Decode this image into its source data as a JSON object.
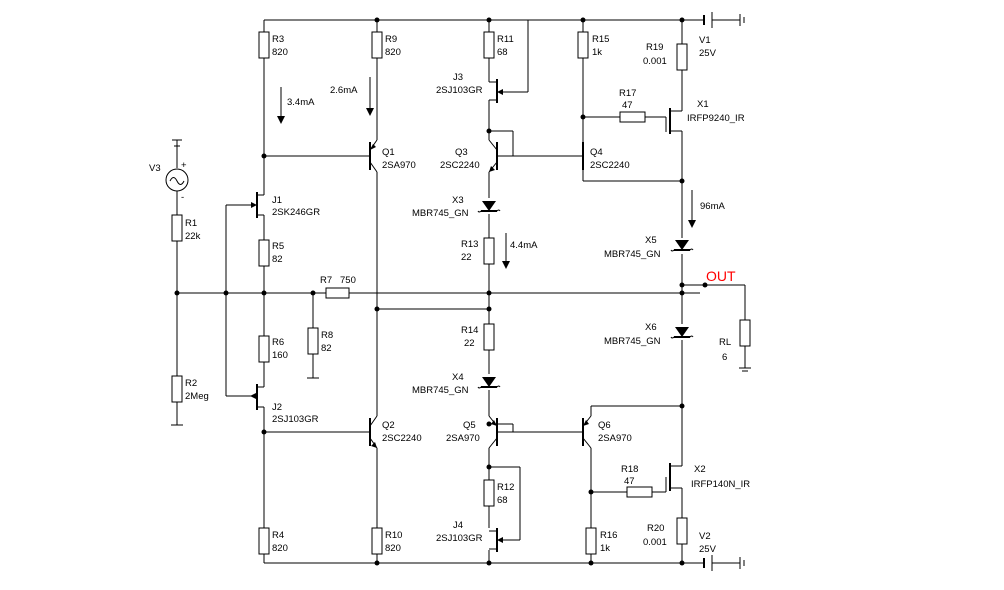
{
  "colors": {
    "wire": "#000000",
    "output_label": "#ff0000",
    "background": "#ffffff"
  },
  "components": {
    "R1": {
      "name": "R1",
      "value": "22k"
    },
    "R2": {
      "name": "R2",
      "value": "2Meg"
    },
    "R3": {
      "name": "R3",
      "value": "820"
    },
    "R4": {
      "name": "R4",
      "value": "820"
    },
    "R5": {
      "name": "R5",
      "value": "82"
    },
    "R6": {
      "name": "R6",
      "value": "160"
    },
    "R7": {
      "name": "R7",
      "value": "750"
    },
    "R8": {
      "name": "R8",
      "value": "82"
    },
    "R9": {
      "name": "R9",
      "value": "820"
    },
    "R10": {
      "name": "R10",
      "value": "820"
    },
    "R11": {
      "name": "R11",
      "value": "68"
    },
    "R12": {
      "name": "R12",
      "value": "68"
    },
    "R13": {
      "name": "R13",
      "value": "22"
    },
    "R14": {
      "name": "R14",
      "value": "22"
    },
    "R15": {
      "name": "R15",
      "value": "1k"
    },
    "R16": {
      "name": "R16",
      "value": "1k"
    },
    "R17": {
      "name": "R17",
      "value": "47"
    },
    "R18": {
      "name": "R18",
      "value": "47"
    },
    "R19": {
      "name": "R19",
      "value": "0.001"
    },
    "R20": {
      "name": "R20",
      "value": "0.001"
    },
    "RL": {
      "name": "RL",
      "value": "6"
    },
    "V1": {
      "name": "V1",
      "value": "25V"
    },
    "V2": {
      "name": "V2",
      "value": "25V"
    },
    "V3": {
      "name": "V3"
    },
    "J1": {
      "name": "J1",
      "value": "2SK246GR"
    },
    "J2": {
      "name": "J2",
      "value": "2SJ103GR"
    },
    "J3": {
      "name": "J3",
      "value": "2SJ103GR"
    },
    "J4": {
      "name": "J4",
      "value": "2SJ103GR"
    },
    "Q1": {
      "name": "Q1",
      "value": "2SA970"
    },
    "Q2": {
      "name": "Q2",
      "value": "2SC2240"
    },
    "Q3": {
      "name": "Q3",
      "value": "2SC2240"
    },
    "Q4": {
      "name": "Q4",
      "value": "2SC2240"
    },
    "Q5": {
      "name": "Q5",
      "value": "2SA970"
    },
    "Q6": {
      "name": "Q6",
      "value": "2SA970"
    },
    "X1": {
      "name": "X1",
      "value": "IRFP9240_IR"
    },
    "X2": {
      "name": "X2",
      "value": "IRFP140N_IR"
    },
    "X3": {
      "name": "X3",
      "value": "MBR745_GN"
    },
    "X4": {
      "name": "X4",
      "value": "MBR745_GN"
    },
    "X5": {
      "name": "X5",
      "value": "MBR745_GN"
    },
    "X6": {
      "name": "X6",
      "value": "MBR745_GN"
    }
  },
  "currents": {
    "i1": "3.4mA",
    "i2": "2.6mA",
    "i3": "4.4mA",
    "i4": "96mA"
  },
  "output_label": "OUT",
  "polarity": {
    "plus": "+",
    "minus": "-"
  }
}
